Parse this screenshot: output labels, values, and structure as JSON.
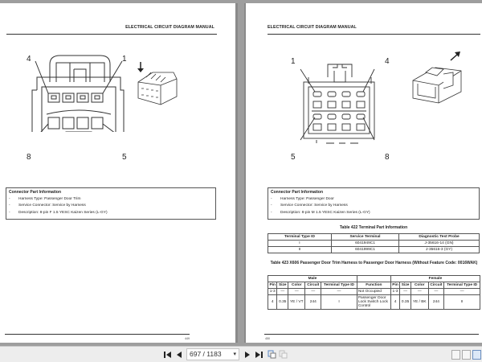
{
  "document": {
    "header_title": "ELECTRICAL CIRCUIT DIAGRAM MANUAL"
  },
  "left_page": {
    "header_title": "ELECTRICAL CIRCUIT DIAGRAM MANUAL",
    "diagram": {
      "callouts": {
        "top_left": "4",
        "top_right": "1",
        "bottom_left": "8",
        "bottom_right": "5"
      },
      "arrow": "down-arrow"
    },
    "connector_info": {
      "title": "Connector Part Information",
      "items": [
        "Harness Type: Passenger Door Trim",
        "Service Connector: Service by Harness",
        "Description: 8-pin F 1.5 YESC Kaizen Series (L-GY)"
      ]
    },
    "page_number": "449"
  },
  "right_page": {
    "header_title": "ELECTRICAL CIRCUIT DIAGRAM MANUAL",
    "diagram": {
      "callouts": {
        "top_left": "1",
        "top_right": "4",
        "bottom_left": "5",
        "bottom_right": "8"
      },
      "arrow": "diagonal-arrow"
    },
    "connector_info": {
      "title": "Connector Part Information",
      "items": [
        "Harness Type: Passenger Door",
        "Service Connector: Service by Harness",
        "Description: 8-pin M 1.5 YESC Kaizen Series (L-GY)"
      ]
    },
    "table_422": {
      "caption": "Table 422   Terminal Part Information",
      "headers": [
        "Terminal Type ID",
        "Service Terminal",
        "Diagnostic Test Probe"
      ],
      "rows": [
        [
          "I",
          "6041949C1",
          "J-35616-14 (GN)"
        ],
        [
          "II",
          "6041999C1",
          "J-35616-3 (GY)"
        ]
      ]
    },
    "table_423": {
      "caption": "Table 423   X606 Passenger Door Trim Harness to Passenger Door Harness (Without Feature Code: 0016WAK)",
      "group_male": "Male",
      "group_female": "Female",
      "headers": [
        "Pin",
        "Size",
        "Color",
        "Circuit",
        "Terminal Type ID",
        "Function",
        "Pin",
        "Size",
        "Color",
        "Circuit",
        "Terminal Type ID"
      ],
      "rows": [
        [
          "1-3",
          "—",
          "—",
          "—",
          "—",
          "Not Occupied",
          "1-3",
          "—",
          "—",
          "—",
          "—"
        ],
        [
          "4",
          "0.35",
          "YE / VT",
          "244",
          "I",
          "Passenger Door Lock Switch Lock Control",
          "4",
          "0.35",
          "YE / BK",
          "244",
          "II"
        ]
      ]
    },
    "page_number": "450"
  },
  "toolbar": {
    "first_page": "first-page-icon",
    "prev_page": "prev-page-icon",
    "page_field": "697 / 1183",
    "next_page": "next-page-icon",
    "last_page": "last-page-icon",
    "view_modes": [
      "single-page-icon",
      "continuous-icon",
      "two-page-icon"
    ]
  }
}
